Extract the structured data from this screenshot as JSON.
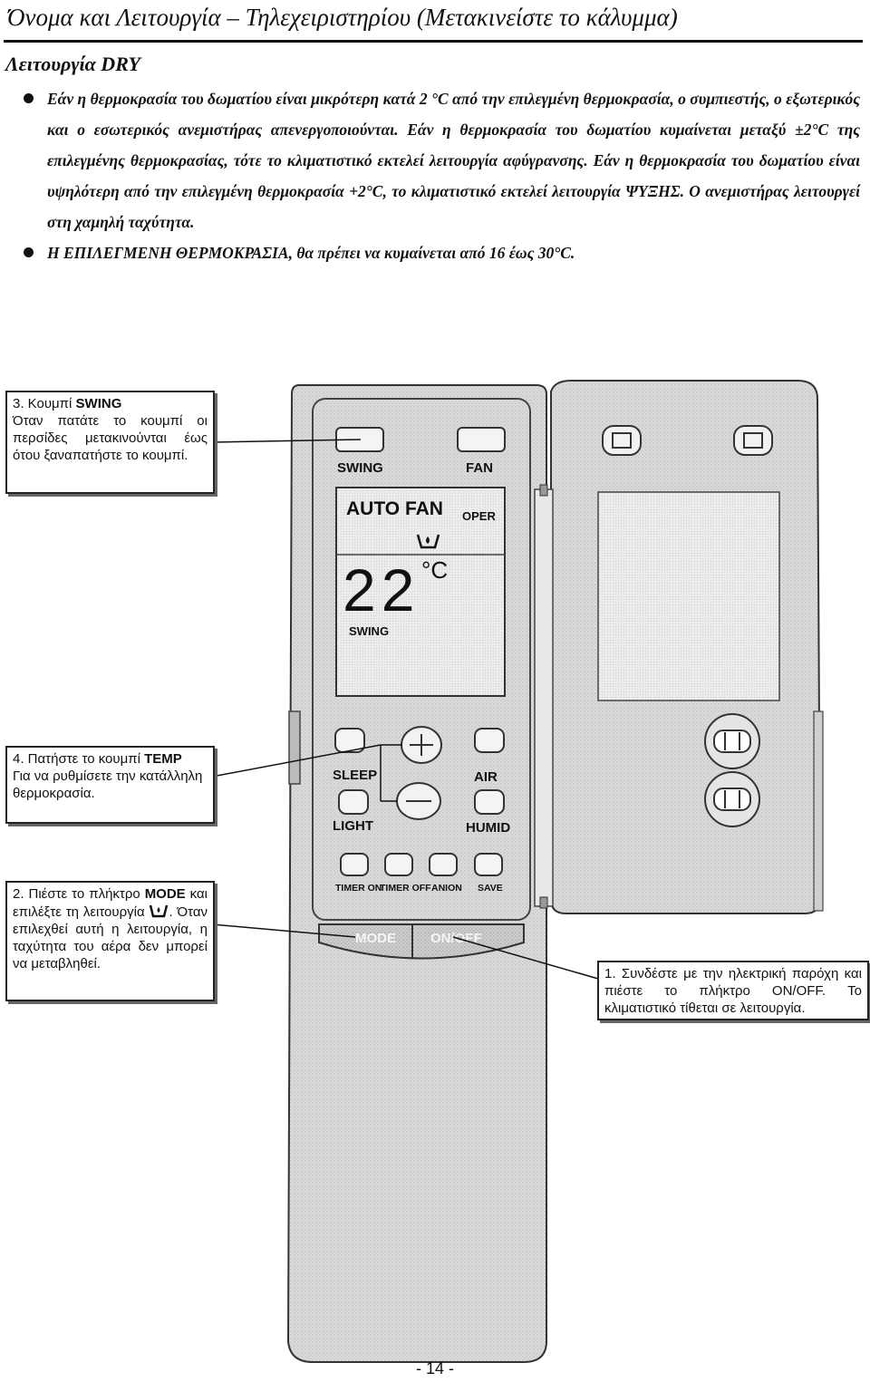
{
  "page": {
    "title": "Όνομα και Λειτουργία – Τηλεχειριστηρίου (Μετακινείστε το κάλυμμα)",
    "section_heading": "Λειτουργία DRY",
    "bullets": [
      "Εάν η θερμοκρασία του δωματίου είναι μικρότερη κατά 2 °C από την επιλεγμένη θερμοκρασία, ο συμπιεστής, ο εξωτερικός και ο εσωτερικός ανεμιστήρας απενεργοποιούνται. Εάν η θερμοκρασία του δωματίου κυμαίνεται μεταξύ ±2°C της επιλεγμένης θερμοκρασίας, τότε το κλιματιστικό εκτελεί λειτουργία αφύγρανσης. Εάν η θερμοκρασία του δωματίου είναι υψηλότερη από την επιλεγμένη θερμοκρασία +2°C, το κλιματιστικό εκτελεί λειτουργία ΨΥΞΗΣ. Ο ανεμιστήρας λειτουργεί στη χαμηλή ταχύτητα.",
      "Η ΕΠΙΛΕΓΜΕΝΗ ΘΕΡΜΟΚΡΑΣΙΑ, θα πρέπει να κυμαίνεται από 16 έως 30°C."
    ],
    "page_number": "- 14 -"
  },
  "notes": {
    "swing": {
      "title_prefix": "3. Κουμπί ",
      "title_key": "SWING",
      "text": "Όταν πατάτε το κουμπί οι περσίδες μετακινούνται έως ότου ξαναπατήστε το κουμπί."
    },
    "temp": {
      "title_prefix": "4. Πατήστε το κουμπί ",
      "title_key": "TEMP",
      "text": "Για να ρυθμίσετε την κατάλληλη θερμοκρασία."
    },
    "mode": {
      "text_prefix": "2. Πιέστε το πλήκτρο ",
      "key": "MODE",
      "text_mid": " και επιλέξτε τη λειτουργία",
      "text_after": ". Όταν επιλεχθεί αυτή η λειτουργία, η ταχύτητα του αέρα δεν μπορεί να μεταβληθεί."
    },
    "power": {
      "text": "1. Συνδέστε με την ηλεκτρική παρόχη και πιέστε το πλήκτρο ON/OFF. Το κλιματιστικό τίθεται σε λειτουργία."
    }
  },
  "remote": {
    "buttons": {
      "swing": "SWING",
      "fan": "FAN",
      "sleep": "SLEEP",
      "air": "AIR",
      "light": "LIGHT",
      "humid": "HUMID",
      "timer_on": "TIMER ON",
      "timer_off": "TIMER OFF",
      "anion": "ANION",
      "save": "SAVE",
      "mode": "MODE",
      "on_off": "ON/OFF"
    },
    "display": {
      "fan_mode": "AUTO FAN",
      "oper": "OPER",
      "temperature": "22",
      "unit": "°C",
      "swing": "SWING",
      "mode_icon": "dry-mode-icon"
    },
    "colors": {
      "body": "#d9d9d9",
      "panel": "#c8c8c8",
      "lcd": "#e6e6e6",
      "mode_strip": "#8e8e8e"
    }
  }
}
